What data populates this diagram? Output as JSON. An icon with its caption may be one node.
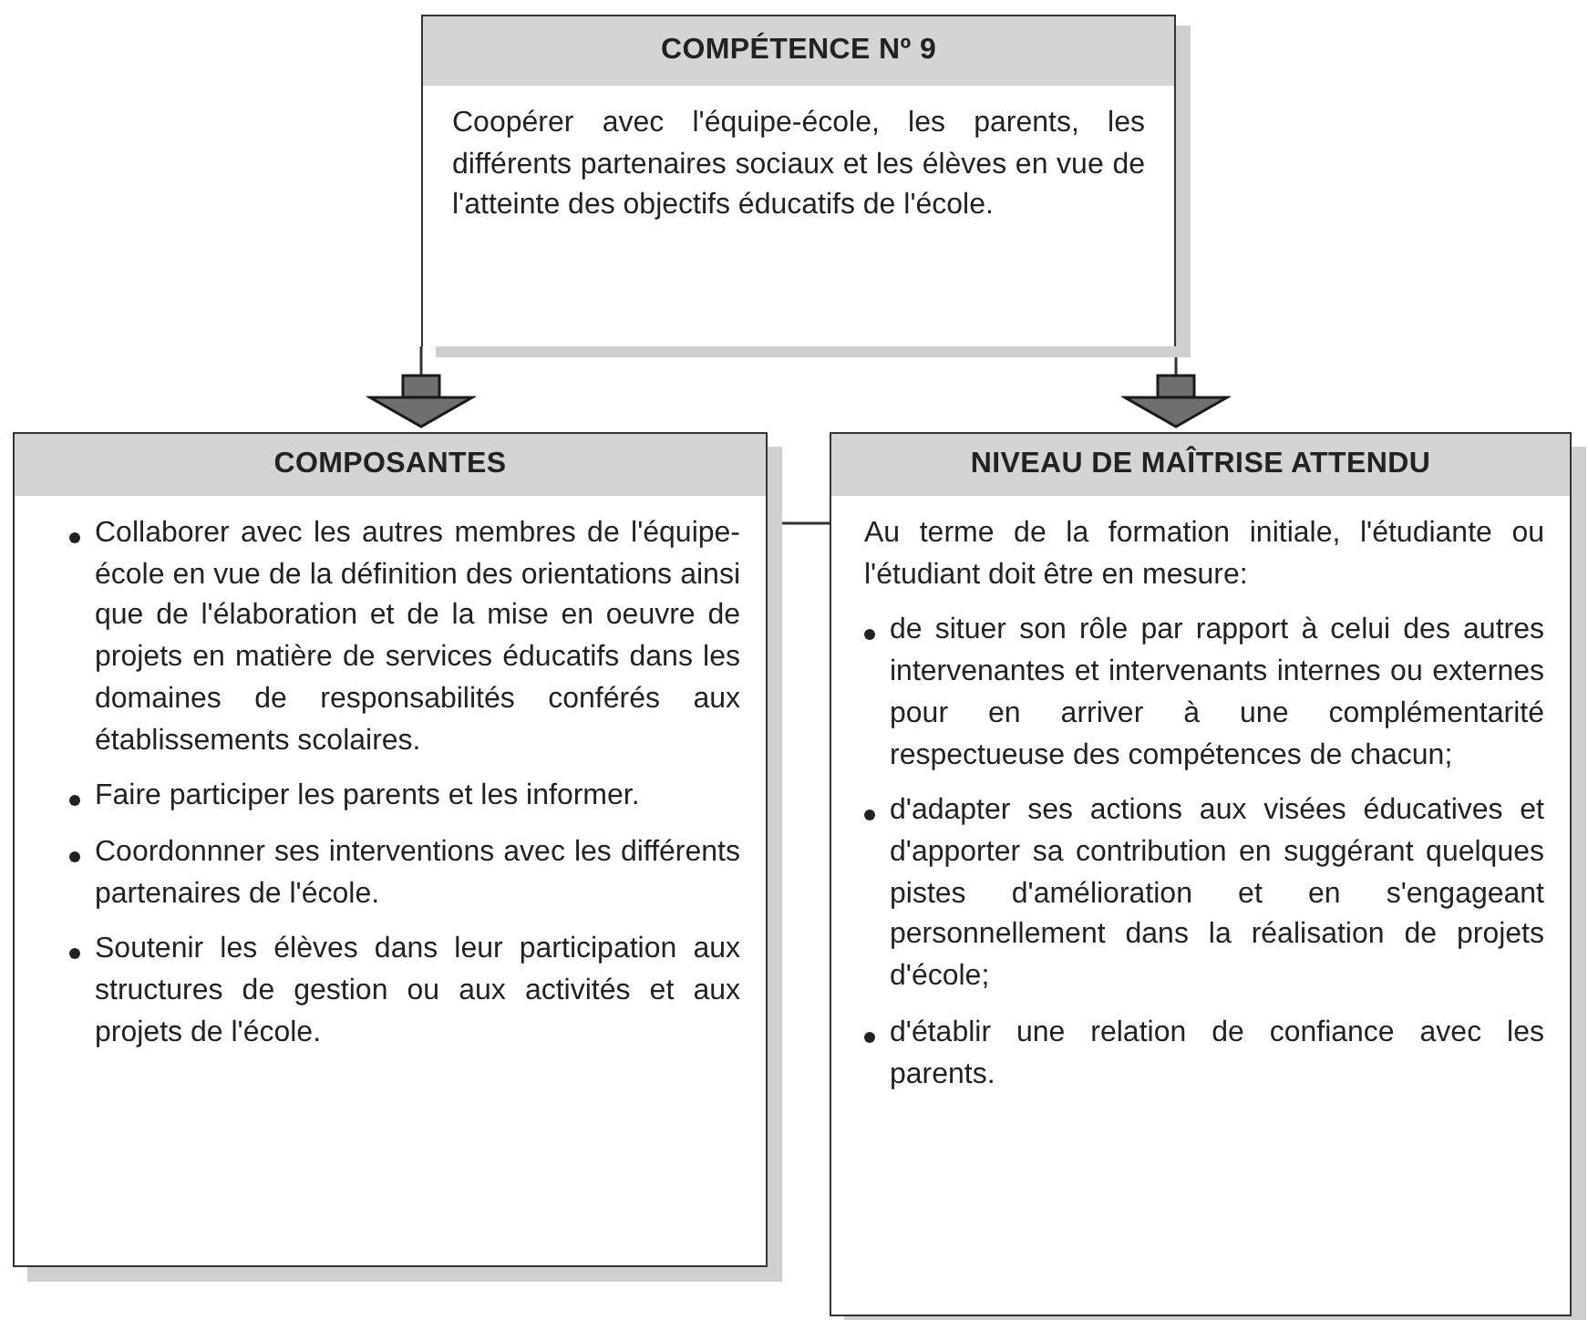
{
  "diagram": {
    "nodes": [
      {
        "text": [
          "COMPÉTENCE Nº 9",
          "Coopérer avec l'équipe-école, les parents, les différents partenaires sociaux et les élèves en vue de l'atteinte des objectifs éducatifs de l'école."
        ]
      },
      {
        "text": [
          "COMPOSANTES",
          "Collaborer avec les autres membres de l'équipe-école en vue de la définition des orientations ainsi que de l'élaboration et de la mise en oeuvre de projets en matière de services éducatifs dans les domaines de responsabilités conférés aux établissements scolaires.",
          "Faire participer les parents et les informer.",
          "Coordonnner ses interventions avec les différents partenaires de l'école.",
          "Soutenir les élèves dans leur participation aux structures de gestion ou aux activités et aux projets de l'école."
        ]
      },
      {
        "text": [
          "NIVEAU DE MAÎTRISE ATTENDU",
          "Au terme de la formation initiale, l'étudiante ou l'étudiant doit être en mesure:",
          "de situer son rôle par rapport à celui des autres intervenantes et intervenants internes ou externes pour en arriver à une complémentarité respectueuse des compétences de chacun;",
          "d'adapter ses actions aux visées éducatives et d'apporter sa contribution en suggérant quelques pistes d'amélioration et en s'engageant personnellement dans la réalisation de projets d'école;",
          "d'établir une relation de confiance avec les parents."
        ]
      }
    ],
    "edges": [
      {
        "from": 0,
        "to": 1,
        "arrow": "to"
      },
      {
        "from": 0,
        "to": 2,
        "arrow": "to"
      },
      {
        "from": 1,
        "to": 2,
        "arrow": "none"
      }
    ]
  }
}
